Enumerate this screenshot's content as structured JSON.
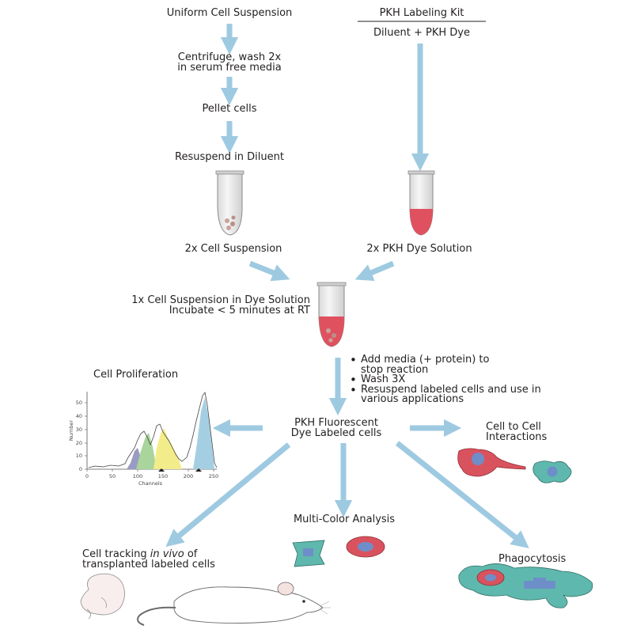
{
  "steps": {
    "uniform_suspension": "Uniform Cell Suspension",
    "centrifuge_line1": "Centrifuge, wash 2x",
    "centrifuge_line2": "in serum free media",
    "pellet": "Pellet cells",
    "resuspend": "Resuspend in Diluent",
    "cell_suspension_2x": "2x Cell Suspension",
    "dye_solution_2x": "2x PKH Dye Solution",
    "combined_line1": "1x Cell Suspension in Dye Solution",
    "combined_line2": "Incubate < 5 minutes at RT",
    "labeled_line1": "PKH Fluorescent",
    "labeled_line2": "Dye Labeled cells"
  },
  "kit": {
    "title": "PKH Labeling Kit",
    "contents": "Diluent + PKH Dye"
  },
  "post_steps": [
    {
      "line1": "Add media (+ protein) to",
      "line2": "stop reaction"
    },
    {
      "line1": "Wash 3X",
      "line2": ""
    },
    {
      "line1": "Resuspend labeled cells and use in",
      "line2": "various applications"
    }
  ],
  "applications": {
    "proliferation": "Cell Proliferation",
    "interactions_line1": "Cell to Cell",
    "interactions_line2": "Interactions",
    "multicolor": "Multi-Color Analysis",
    "tracking_pre": "Cell tracking ",
    "tracking_em": "in vivo",
    "tracking_post": " of",
    "tracking_line2": "transplanted labeled cells",
    "phagocytosis": "Phagocytosis"
  },
  "histogram": {
    "ylabel": "Number",
    "xlabel": "Channels",
    "x_ticks": [
      "0",
      "50",
      "100",
      "150",
      "200",
      "250"
    ],
    "y_ticks": [
      "0",
      "10",
      "20",
      "30",
      "40",
      "50"
    ]
  },
  "colors": {
    "arrow": "#9ecae1",
    "dye": "#e0515f",
    "cell_teal": "#5fb8ad",
    "cell_red": "#d9535f",
    "nucleus": "#6e8ec9",
    "peak_green": "#a9d49b",
    "peak_yellow": "#f3ec8a",
    "peak_blue": "#a4cfe3",
    "peak_purple": "#9a9bc4"
  }
}
